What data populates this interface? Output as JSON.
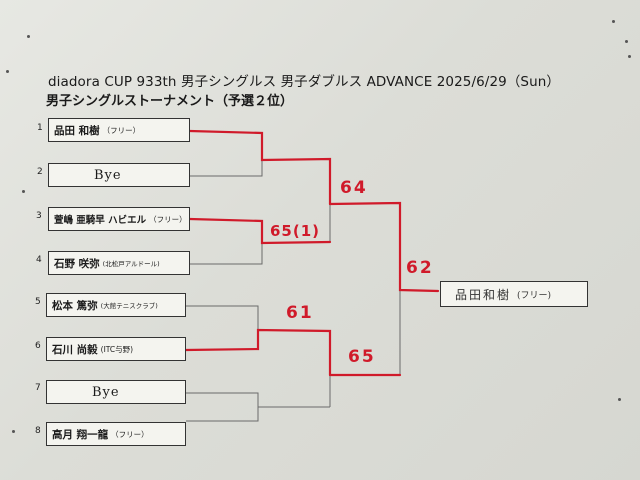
{
  "document": {
    "title": "diadora CUP 933th 男子シングルス 男子ダブルス ADVANCE 2025/6/29（Sun）",
    "subtitle": "男子シングルストーナメント（予選２位）"
  },
  "players": [
    {
      "num": "1",
      "name": "品田 和樹",
      "club": "（フリー）"
    },
    {
      "num": "2",
      "name": "Bye",
      "club": ""
    },
    {
      "num": "3",
      "name": "萱嶋 亜騎早 ハビエル",
      "club": "（フリー）"
    },
    {
      "num": "4",
      "name": "石野 咲弥",
      "club": "(北松戸アルドール)"
    },
    {
      "num": "5",
      "name": "松本 篤弥",
      "club": "(大館テニスクラブ)"
    },
    {
      "num": "6",
      "name": "石川 尚毅",
      "club": "(ITC与野)"
    },
    {
      "num": "7",
      "name": "Bye",
      "club": ""
    },
    {
      "num": "8",
      "name": "高月 翔一龍",
      "club": "（フリー）"
    }
  ],
  "scores": {
    "r1_m2": "65(1)",
    "r1_m3": "61",
    "sf1": "64",
    "sf2": "65",
    "final": "62"
  },
  "winner": {
    "name": "品田和樹",
    "club": "(フリー)"
  },
  "colors": {
    "result_line": "#d01a2a",
    "bracket_line": "#555555"
  }
}
